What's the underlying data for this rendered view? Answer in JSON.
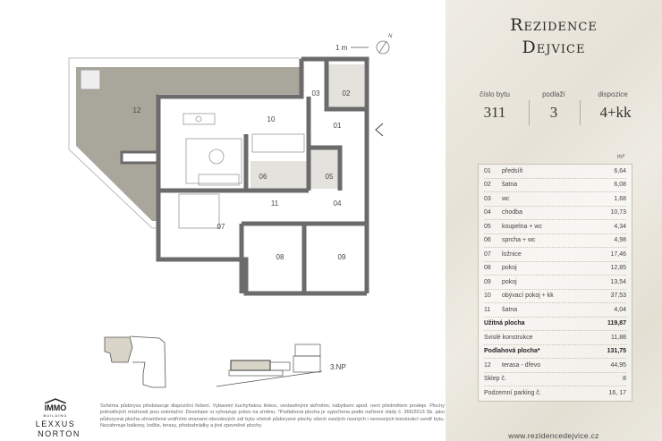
{
  "plan": {
    "scale_label": "1 m",
    "north_label": "N",
    "elevation_floor": "3.NP",
    "rooms": {
      "r01": "01",
      "r02": "02",
      "r03": "03",
      "r04": "04",
      "r05": "05",
      "r06": "06",
      "r07": "07",
      "r08": "08",
      "r09": "09",
      "r10": "10",
      "r11": "11",
      "r12": "12"
    }
  },
  "logos": {
    "immo": "IMMO",
    "immo_sub": "BUILDING",
    "lexxus": "LEXXUS",
    "norton": "NORTON"
  },
  "disclaimer": "Schéma půdorysu představuje dispoziční řešení. Vybavení kuchyňskou linkou, vestavěnými skříněmi, nábytkem apod. není předmětem prodeje. Plochy jednotlivých místností jsou orientační. Developer si vyhrazuje právo na změnu. *Podlahová plocha je vypočtena podle nařízení vlády č. 366/2013 Sb. jako půdorysná plocha ohraničená vnitřními stranami obvodových zdí bytu včetně půdorysné plochy všech svislých nosných i nenosných konstrukcí uvnitř bytu. Nezahrnuje balkony, lodžie, terasy, předzahrádky a jiné zpevněné plochy.",
  "brand": {
    "line1": "Rezidence",
    "line2": "Dejvice",
    "url": "www.rezidencedejvice.cz"
  },
  "info": [
    {
      "label": "číslo bytu",
      "value": "311"
    },
    {
      "label": "podlaží",
      "value": "3"
    },
    {
      "label": "dispozice",
      "value": "4+kk"
    }
  ],
  "unit": "m²",
  "table": [
    {
      "n": "01",
      "t": "předsíň",
      "v": "6,64"
    },
    {
      "n": "02",
      "t": "šatna",
      "v": "6,08"
    },
    {
      "n": "03",
      "t": "wc",
      "v": "1,68"
    },
    {
      "n": "04",
      "t": "chodba",
      "v": "10,73"
    },
    {
      "n": "05",
      "t": "koupelna + wc",
      "v": "4,34"
    },
    {
      "n": "06",
      "t": "sprcha + wc",
      "v": "4,98"
    },
    {
      "n": "07",
      "t": "ložnice",
      "v": "17,46"
    },
    {
      "n": "08",
      "t": "pokoj",
      "v": "12,85"
    },
    {
      "n": "09",
      "t": "pokoj",
      "v": "13,54"
    },
    {
      "n": "10",
      "t": "obývací pokoj + kk",
      "v": "37,53"
    },
    {
      "n": "11",
      "t": "šatna",
      "v": "4,04"
    },
    {
      "n": "",
      "t": "Užitná plocha",
      "v": "119,87",
      "bold": true
    },
    {
      "n": "",
      "t": "Svislé konstrukce",
      "v": "11,88"
    },
    {
      "n": "",
      "t": "Podlahová plocha*",
      "v": "131,75",
      "bold": true
    },
    {
      "n": "12",
      "t": "terasa - dřevo",
      "v": "44,95"
    },
    {
      "n": "",
      "t": "Sklep č.",
      "v": "8"
    },
    {
      "n": "",
      "t": "Podzemní parking č.",
      "v": "16, 17"
    }
  ]
}
